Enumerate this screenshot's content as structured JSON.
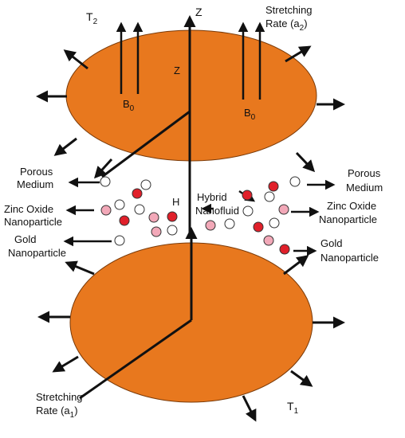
{
  "labels": {
    "t2_base": "T",
    "t2_sub": "2",
    "z_top": "Z",
    "z_inner": "Z",
    "stretch_top_line1": "Stretching",
    "stretch_top_line2_pre": "Rate (a",
    "stretch_top_sub": "2",
    "stretch_top_post": ")",
    "b0_left_base": "B",
    "b0_left_sub": "0",
    "b0_right_base": "B",
    "b0_right_sub": "0",
    "porous_left_1": "Porous",
    "porous_left_2": "Medium",
    "porous_right_1": "Porous",
    "porous_right_2": "Medium",
    "zinc_left_1": "Zinc Oxide",
    "zinc_left_2": "Nanoparticle",
    "zinc_right_1": "Zinc Oxide",
    "zinc_right_2": "Nanoparticle",
    "gold_left_1": "Gold",
    "gold_left_2": "Nanoparticle",
    "gold_right_1": "Gold",
    "gold_right_2": "Nanoparticle",
    "h_label": "H",
    "hybrid_1": "Hybrid",
    "hybrid_2": "Nanofluid",
    "stretch_bottom_line1": "Stretching",
    "stretch_bottom_line2_pre": "Rate (a",
    "stretch_bottom_sub": "1",
    "stretch_bottom_post": ")",
    "t1_base": "T",
    "t1_sub": "1"
  },
  "colors": {
    "disk": "#E8781E",
    "ink": "#111111",
    "gold_particle": "#E0202A",
    "zinc_particle": "#F2A8B8",
    "porous_particle": "#ffffff"
  }
}
